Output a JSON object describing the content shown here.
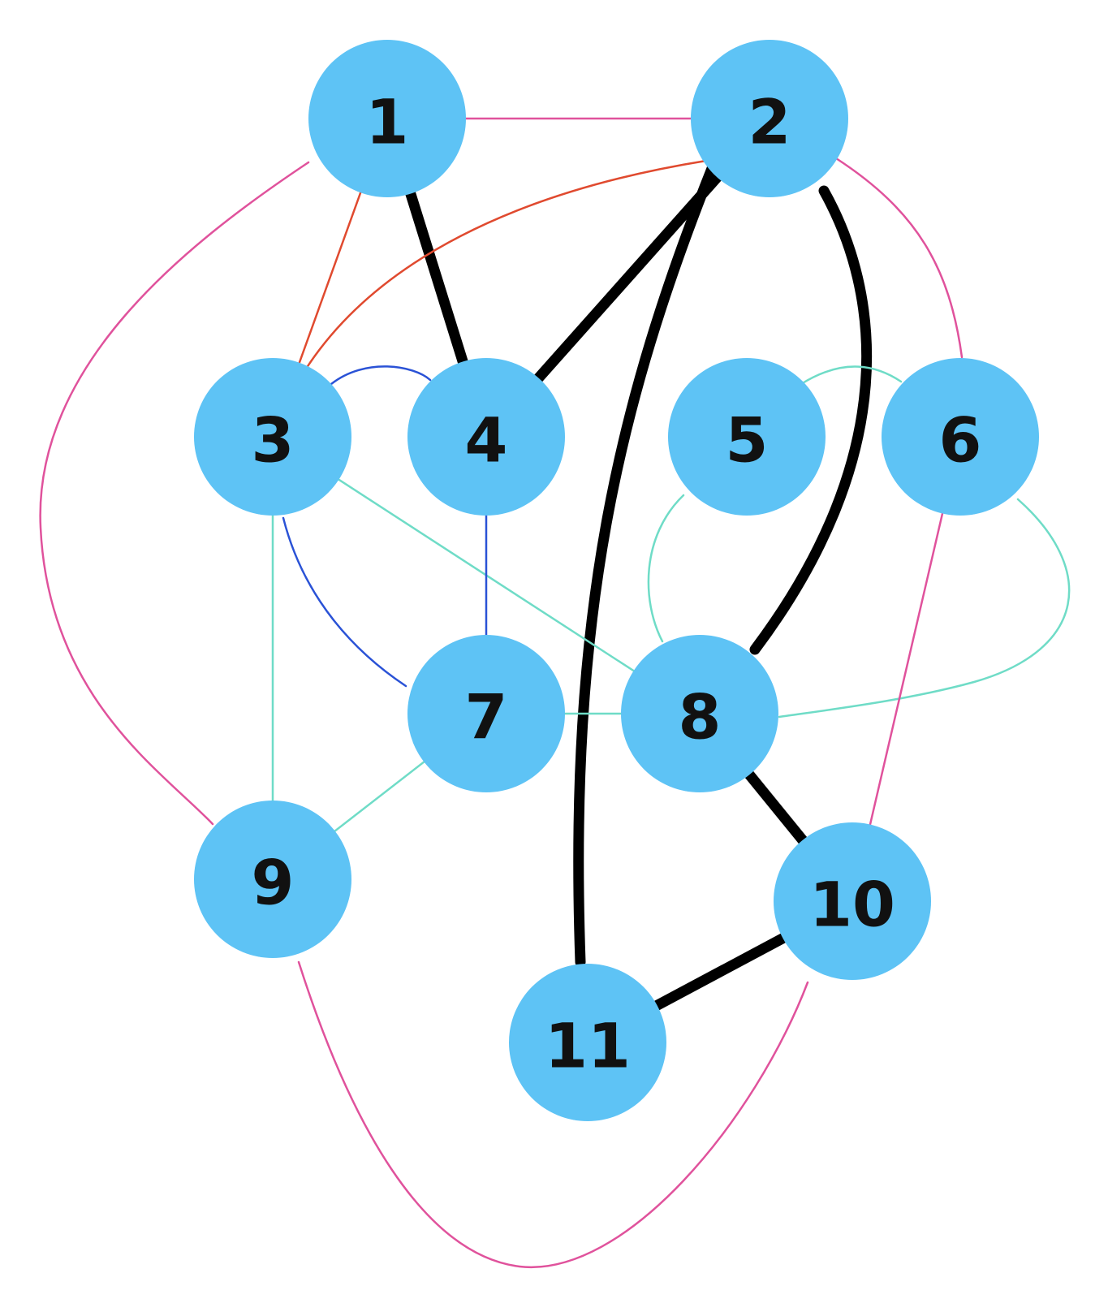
{
  "colors": {
    "node_fill": "#5ec3f5",
    "label": "#111111",
    "pink": "#e0529c",
    "red": "#e04a2f",
    "blue": "#2a52d6",
    "teal": "#6fdcc7",
    "black": "#000000"
  },
  "nodes": [
    {
      "id": "1",
      "label": "1"
    },
    {
      "id": "2",
      "label": "2"
    },
    {
      "id": "3",
      "label": "3"
    },
    {
      "id": "4",
      "label": "4"
    },
    {
      "id": "5",
      "label": "5"
    },
    {
      "id": "6",
      "label": "6"
    },
    {
      "id": "7",
      "label": "7"
    },
    {
      "id": "8",
      "label": "8"
    },
    {
      "id": "9",
      "label": "9"
    },
    {
      "id": "10",
      "label": "10"
    },
    {
      "id": "11",
      "label": "11"
    }
  ],
  "edges": [
    {
      "source": "1",
      "target": "2",
      "color": "pink",
      "weight": "thin"
    },
    {
      "source": "1",
      "target": "3",
      "color": "red",
      "weight": "thin"
    },
    {
      "source": "1",
      "target": "4",
      "color": "black",
      "weight": "thick"
    },
    {
      "source": "1",
      "target": "9",
      "color": "pink",
      "weight": "thin"
    },
    {
      "source": "2",
      "target": "3",
      "color": "red",
      "weight": "thin"
    },
    {
      "source": "2",
      "target": "4",
      "color": "black",
      "weight": "thick"
    },
    {
      "source": "2",
      "target": "6",
      "color": "pink",
      "weight": "thin"
    },
    {
      "source": "2",
      "target": "8",
      "color": "black",
      "weight": "thick"
    },
    {
      "source": "2",
      "target": "11",
      "color": "black",
      "weight": "thick"
    },
    {
      "source": "3",
      "target": "4",
      "color": "blue",
      "weight": "thin"
    },
    {
      "source": "3",
      "target": "7",
      "color": "blue",
      "weight": "thin"
    },
    {
      "source": "3",
      "target": "8",
      "color": "teal",
      "weight": "thin"
    },
    {
      "source": "3",
      "target": "9",
      "color": "teal",
      "weight": "thin"
    },
    {
      "source": "4",
      "target": "7",
      "color": "blue",
      "weight": "thin"
    },
    {
      "source": "5",
      "target": "6",
      "color": "teal",
      "weight": "thin"
    },
    {
      "source": "5",
      "target": "8",
      "color": "teal",
      "weight": "thin"
    },
    {
      "source": "6",
      "target": "8",
      "color": "teal",
      "weight": "thin"
    },
    {
      "source": "6",
      "target": "10",
      "color": "pink",
      "weight": "thin"
    },
    {
      "source": "7",
      "target": "8",
      "color": "teal",
      "weight": "thin"
    },
    {
      "source": "7",
      "target": "9",
      "color": "teal",
      "weight": "thin"
    },
    {
      "source": "8",
      "target": "10",
      "color": "black",
      "weight": "thick"
    },
    {
      "source": "9",
      "target": "10",
      "color": "pink",
      "weight": "thin"
    },
    {
      "source": "10",
      "target": "11",
      "color": "black",
      "weight": "thick"
    }
  ]
}
